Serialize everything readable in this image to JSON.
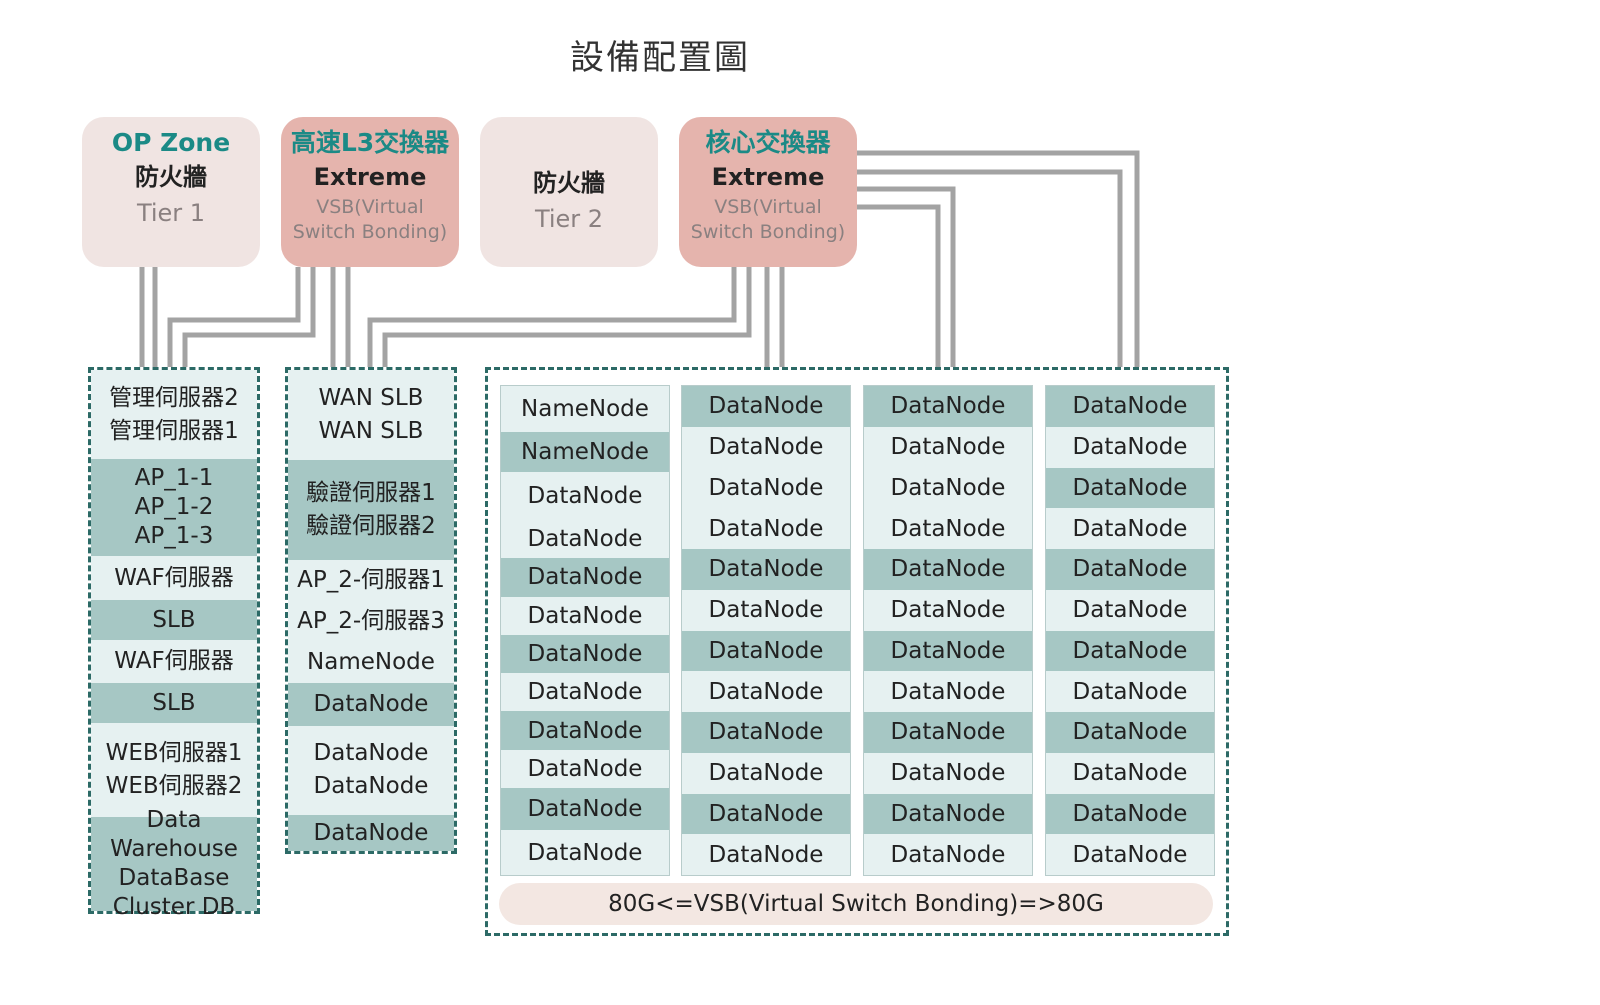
{
  "title": "設備配置圖",
  "devices": {
    "op_firewall": {
      "head": "OP Zone",
      "name": "防火牆",
      "sub": "Tier 1"
    },
    "l3_switch": {
      "head": "高速L3交換器",
      "name": "Extreme",
      "sub_line1": "VSB(Virtual",
      "sub_line2": "Switch Bonding)"
    },
    "firewall2": {
      "name": "防火牆",
      "sub": "Tier 2"
    },
    "core_switch": {
      "head": "核心交換器",
      "name": "Extreme",
      "sub_line1": "VSB(Virtual",
      "sub_line2": "Switch Bonding)"
    }
  },
  "left_zone": [
    {
      "lines": [
        "管理伺服器2",
        "管理伺服器1"
      ],
      "style": "light"
    },
    {
      "lines": [
        "AP_1-1",
        "AP_1-2",
        "AP_1-3"
      ],
      "style": "dark"
    },
    {
      "lines": [
        "WAF伺服器"
      ],
      "style": "light"
    },
    {
      "lines": [
        "SLB"
      ],
      "style": "dark"
    },
    {
      "lines": [
        "WAF伺服器"
      ],
      "style": "light"
    },
    {
      "lines": [
        "SLB"
      ],
      "style": "dark"
    },
    {
      "lines": [
        "WEB伺服器1",
        "WEB伺服器2"
      ],
      "style": "light"
    },
    {
      "lines": [
        "Data Warehouse",
        "DataBase",
        "Cluster DB"
      ],
      "style": "dark"
    }
  ],
  "mid_zone": [
    {
      "lines": [
        "WAN SLB",
        "WAN SLB"
      ],
      "style": "light"
    },
    {
      "lines": [
        "驗證伺服器1",
        "驗證伺服器2"
      ],
      "style": "dark"
    },
    {
      "lines": [
        "AP_2-伺服器1"
      ],
      "style": "light"
    },
    {
      "lines": [
        "AP_2-伺服器3"
      ],
      "style": "light"
    },
    {
      "lines": [
        "NameNode"
      ],
      "style": "light"
    },
    {
      "lines": [
        "DataNode"
      ],
      "style": "dark"
    },
    {
      "lines": [
        "DataNode",
        "DataNode"
      ],
      "style": "light"
    },
    {
      "lines": [
        "DataNode"
      ],
      "style": "dark"
    }
  ],
  "cluster_columns": [
    [
      "NameNode",
      "NameNode",
      "DataNode",
      "DataNode",
      "DataNode",
      "DataNode",
      "DataNode",
      "DataNode",
      "DataNode",
      "DataNode",
      "DataNode",
      "DataNode"
    ],
    [
      "DataNode",
      "DataNode",
      "DataNode",
      "DataNode",
      "DataNode",
      "DataNode",
      "DataNode",
      "DataNode",
      "DataNode",
      "DataNode",
      "DataNode",
      "DataNode"
    ],
    [
      "DataNode",
      "DataNode",
      "DataNode",
      "DataNode",
      "DataNode",
      "DataNode",
      "DataNode",
      "DataNode",
      "DataNode",
      "DataNode",
      "DataNode",
      "DataNode"
    ],
    [
      "DataNode",
      "DataNode",
      "DataNode",
      "DataNode",
      "DataNode",
      "DataNode",
      "DataNode",
      "DataNode",
      "DataNode",
      "DataNode",
      "DataNode",
      "DataNode"
    ]
  ],
  "cluster_styles": [
    [
      "light",
      "dark",
      "light",
      "light",
      "dark",
      "light",
      "dark",
      "light",
      "dark",
      "light",
      "dark",
      "light"
    ],
    [
      "dark",
      "light",
      "light",
      "light",
      "dark",
      "light",
      "dark",
      "light",
      "dark",
      "light",
      "dark",
      "light"
    ],
    [
      "dark",
      "light",
      "light",
      "light",
      "dark",
      "light",
      "dark",
      "light",
      "dark",
      "light",
      "dark",
      "light"
    ],
    [
      "dark",
      "light",
      "dark",
      "light",
      "dark",
      "light",
      "dark",
      "light",
      "dark",
      "light",
      "dark",
      "light"
    ]
  ],
  "footer": "80G<=VSB(Virtual Switch Bonding)=>80G",
  "colors": {
    "wire": "#a3a3a3",
    "teal_text": "#1b8a86",
    "zone_border": "#2c6a66",
    "cell_dark": "#a6c7c4",
    "cell_light": "#e6f1f1",
    "firewall_fill": "#f0e4e2",
    "switch_fill": "#e5b4ad"
  }
}
